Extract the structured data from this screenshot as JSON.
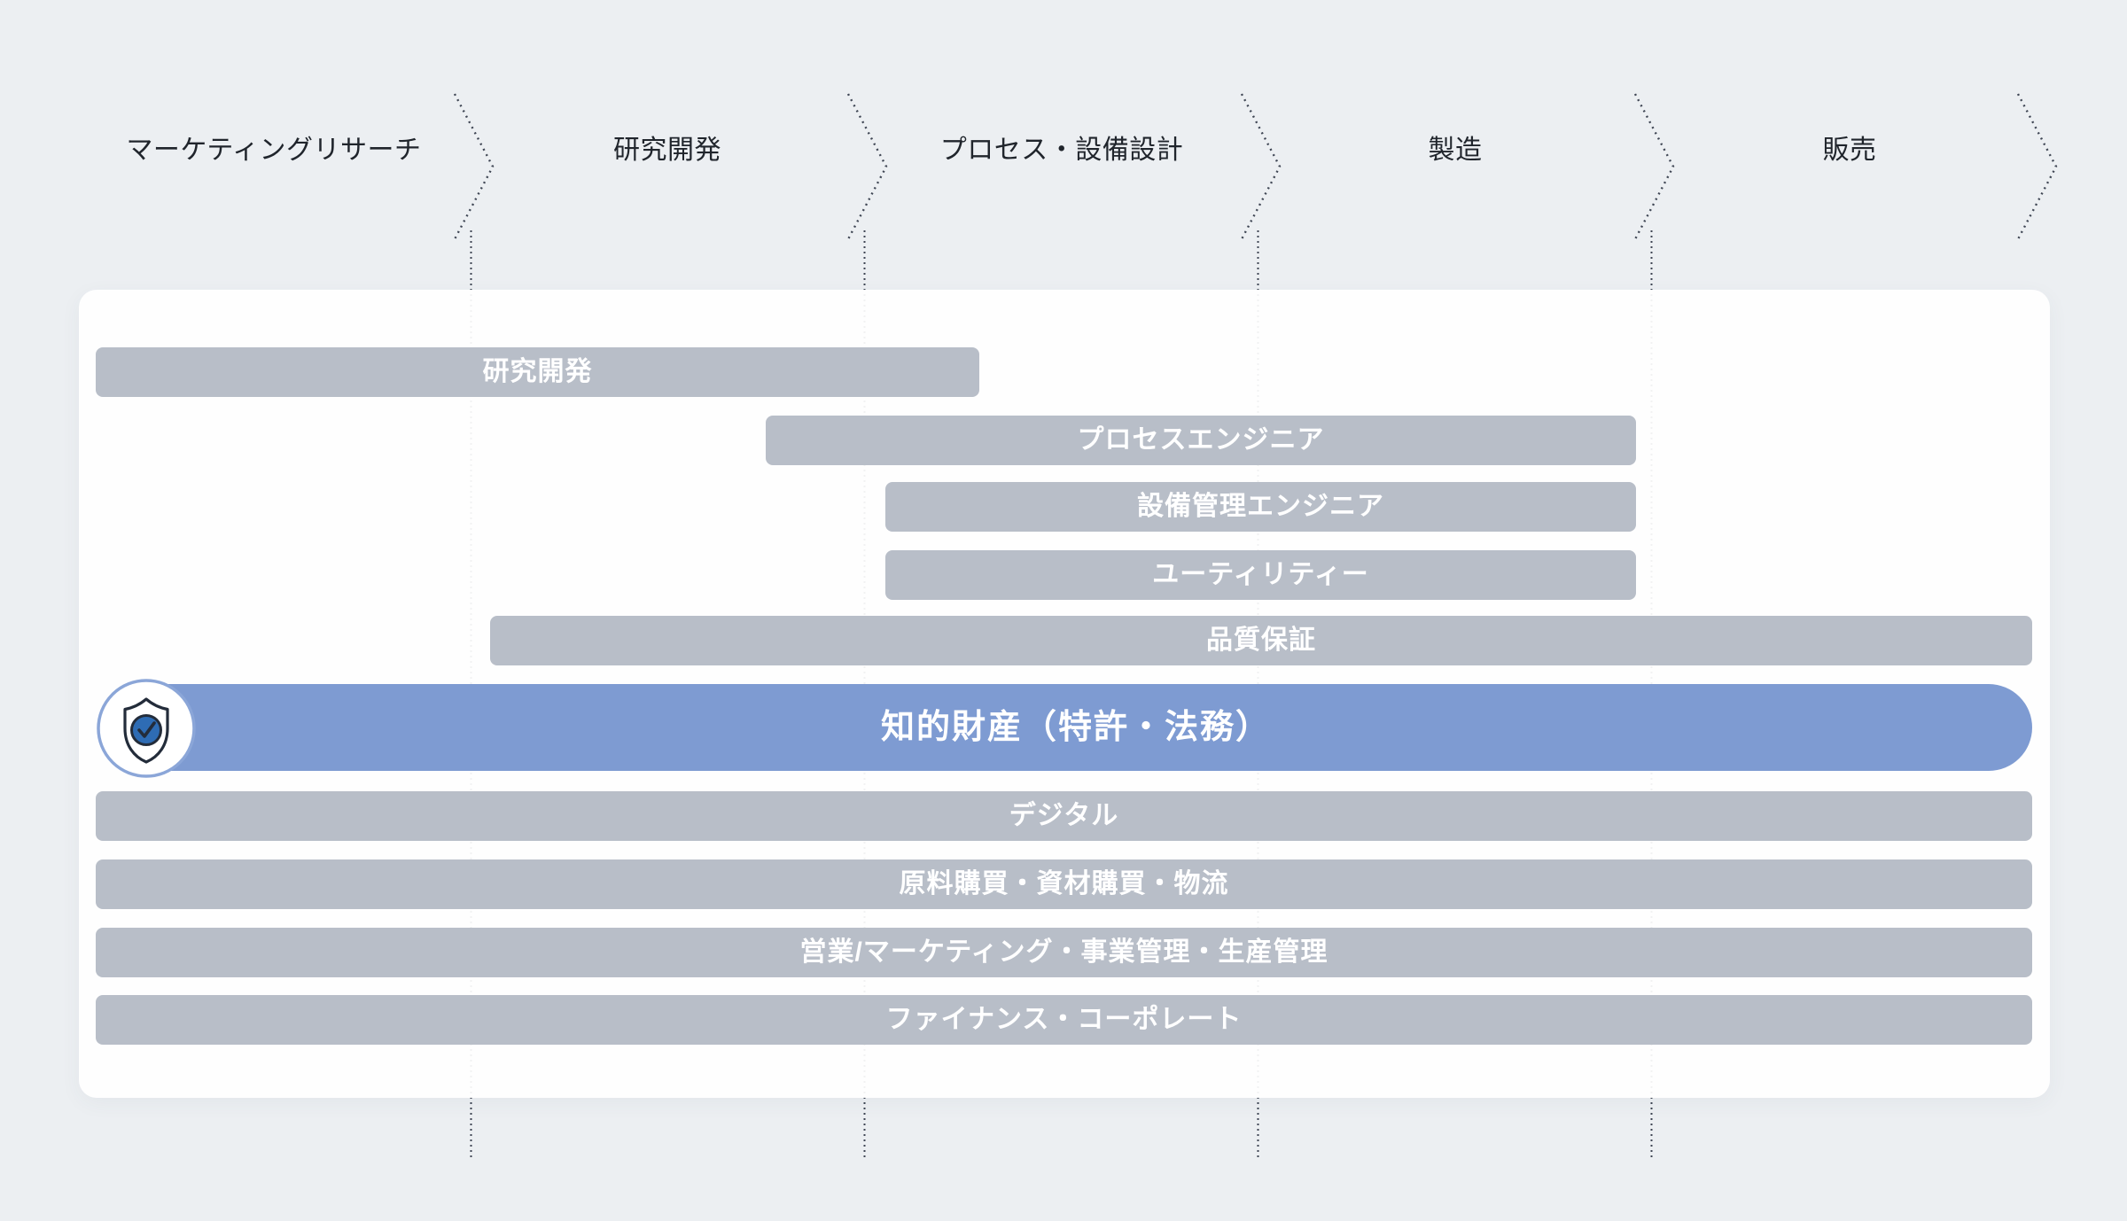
{
  "colors": {
    "background": "#eceff2",
    "card": "#ffffff",
    "bar_gray": "#b8bec8",
    "bar_blue": "#7e9bd2",
    "bar_text": "#ffffff",
    "stage_text": "#20252c",
    "dot_line": "#3f4654",
    "badge_ring": "#8ba6d8",
    "badge_fill": "#2e6cb4",
    "badge_stroke": "#232c3a"
  },
  "stages": [
    {
      "label": "マーケティングリサーチ"
    },
    {
      "label": "研究開発"
    },
    {
      "label": "プロセス・設備設計"
    },
    {
      "label": "製造"
    },
    {
      "label": "販売"
    }
  ],
  "card": {
    "bars": [
      {
        "label": "研究開発",
        "highlight": false
      },
      {
        "label": "プロセスエンジニア",
        "highlight": false
      },
      {
        "label": "設備管理エンジニア",
        "highlight": false
      },
      {
        "label": "ユーティリティー",
        "highlight": false
      },
      {
        "label": "品質保証",
        "highlight": false
      },
      {
        "label": "知的財産（特許・法務）",
        "highlight": true
      },
      {
        "label": "デジタル",
        "highlight": false
      },
      {
        "label": "原料購買・資材購買・物流",
        "highlight": false
      },
      {
        "label": "営業/マーケティング・事業管理・生産管理",
        "highlight": false
      },
      {
        "label": "ファイナンス・コーポレート",
        "highlight": false
      }
    ]
  },
  "badge": {
    "icon": "shield-check-icon"
  }
}
